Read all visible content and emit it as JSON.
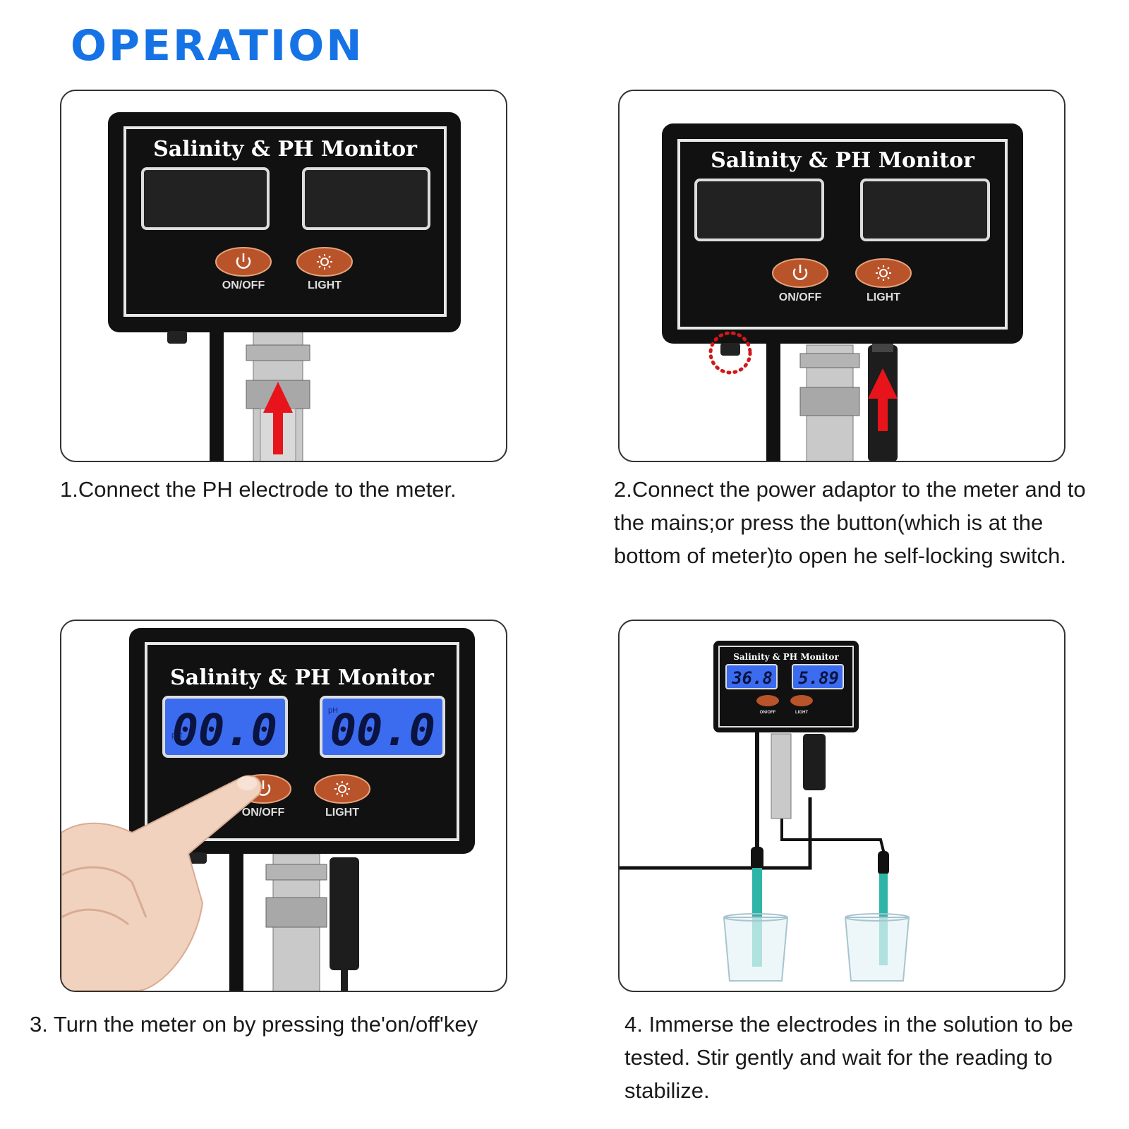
{
  "header": {
    "title": "OPERATION"
  },
  "device": {
    "name": "Salinity & PH Monitor",
    "power_label": "ON/OFF",
    "light_label": "LIGHT"
  },
  "steps": [
    {
      "caption": "1.Connect the PH electrode to the meter."
    },
    {
      "caption": "2.Connect the power adaptor to the meter and to the mains;or press the button(which is at the bottom of meter)to open he self-locking switch."
    },
    {
      "caption": "3. Turn the meter on by pressing the'on/off'key"
    },
    {
      "caption": "4. Immerse the electrodes in the solution to be tested. Stir gently and wait for the reading to stabilize."
    }
  ],
  "readings": {
    "step3": {
      "salinity_unit": "ppt",
      "salinity_value": "00.0",
      "ph_unit": "pH",
      "ph_value": "00.0"
    },
    "step4": {
      "salinity_value": "36.8",
      "ph_value": "5.89"
    }
  },
  "colors": {
    "title_blue": "#1673e6",
    "meter_body": "#111111",
    "lcd_backlit": "#3b6cf0",
    "button_orange": "#b8532a",
    "arrow_red": "#e8141b",
    "electrode_teal": "#2fb5a8"
  }
}
